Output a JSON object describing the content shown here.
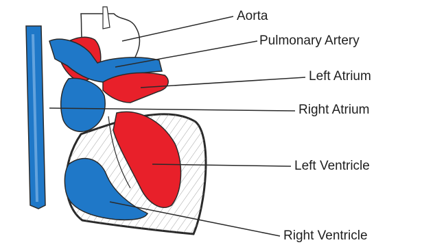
{
  "diagram": {
    "labels": {
      "aorta": "Aorta",
      "pulmonary_artery": "Pulmonary Artery",
      "left_atrium": "Left Atrium",
      "right_atrium": "Right Atrium",
      "left_ventricle": "Left Ventricle",
      "right_ventricle": "Right Ventricle"
    },
    "colors": {
      "oxygenated_blood": "#e8202a",
      "deoxygenated_blood": "#1f78c8",
      "outline": "#2a2a2a",
      "heart_wall": "#ffffff",
      "muscle_hatch": "#8a8a8a",
      "pointer_line": "#2a2a2a",
      "text": "#1e1e1e"
    }
  }
}
